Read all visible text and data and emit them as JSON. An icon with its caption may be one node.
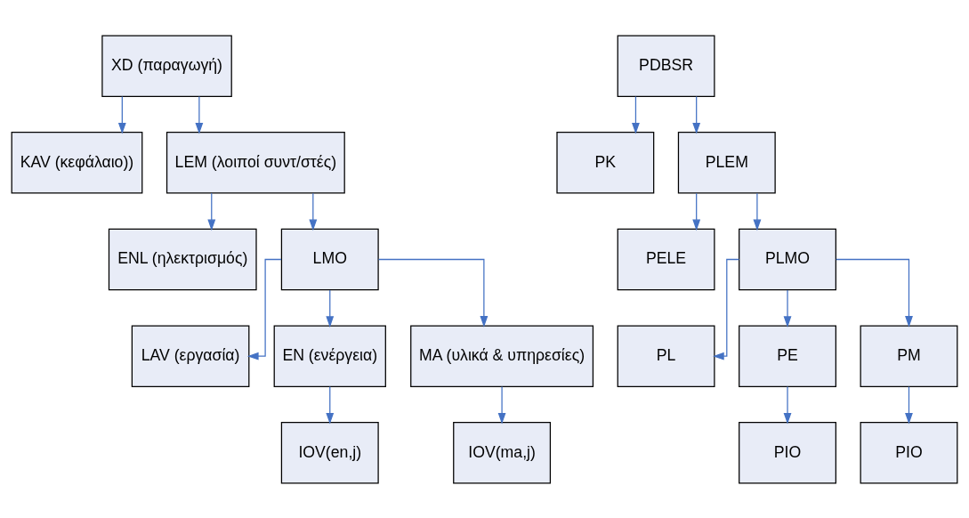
{
  "diagram": {
    "nodes": [
      {
        "text": [
          "XD (παραγωγή)"
        ]
      },
      {
        "text": [
          "KAV (κεφάλαιο))"
        ]
      },
      {
        "text": [
          "LEM (λοιποί συντ/στές)"
        ]
      },
      {
        "text": [
          "ENL (ηλεκτρισμός)"
        ]
      },
      {
        "text": [
          "LMO"
        ]
      },
      {
        "text": [
          "LAV (εργασία)"
        ]
      },
      {
        "text": [
          "EN (ενέργεια)"
        ]
      },
      {
        "text": [
          "MA (υλικά & υπηρεσίες)"
        ]
      },
      {
        "text": [
          "IOV(en,j)"
        ]
      },
      {
        "text": [
          "IOV(ma,j)"
        ]
      },
      {
        "text": [
          "PDBSR"
        ]
      },
      {
        "text": [
          "PK"
        ]
      },
      {
        "text": [
          "PLEM"
        ]
      },
      {
        "text": [
          "PELE"
        ]
      },
      {
        "text": [
          "PLMO"
        ]
      },
      {
        "text": [
          "PL"
        ]
      },
      {
        "text": [
          "PE"
        ]
      },
      {
        "text": [
          "PM"
        ]
      },
      {
        "text": [
          "PIO"
        ]
      },
      {
        "text": [
          "PIO"
        ]
      }
    ],
    "edges": [
      {
        "from": 0,
        "to": 1,
        "arrow": "to"
      },
      {
        "from": 0,
        "to": 2,
        "arrow": "to"
      },
      {
        "from": 2,
        "to": 3,
        "arrow": "to"
      },
      {
        "from": 2,
        "to": 4,
        "arrow": "to"
      },
      {
        "from": 4,
        "to": 5,
        "arrow": "to"
      },
      {
        "from": 4,
        "to": 6,
        "arrow": "to"
      },
      {
        "from": 4,
        "to": 7,
        "arrow": "to"
      },
      {
        "from": 6,
        "to": 8,
        "arrow": "to"
      },
      {
        "from": 7,
        "to": 9,
        "arrow": "to"
      },
      {
        "from": 10,
        "to": 11,
        "arrow": "to"
      },
      {
        "from": 10,
        "to": 12,
        "arrow": "to"
      },
      {
        "from": 12,
        "to": 13,
        "arrow": "to"
      },
      {
        "from": 12,
        "to": 14,
        "arrow": "to"
      },
      {
        "from": 14,
        "to": 15,
        "arrow": "to"
      },
      {
        "from": 14,
        "to": 16,
        "arrow": "to"
      },
      {
        "from": 14,
        "to": 17,
        "arrow": "to"
      },
      {
        "from": 16,
        "to": 18,
        "arrow": "to"
      },
      {
        "from": 17,
        "to": 19,
        "arrow": "to"
      }
    ]
  }
}
